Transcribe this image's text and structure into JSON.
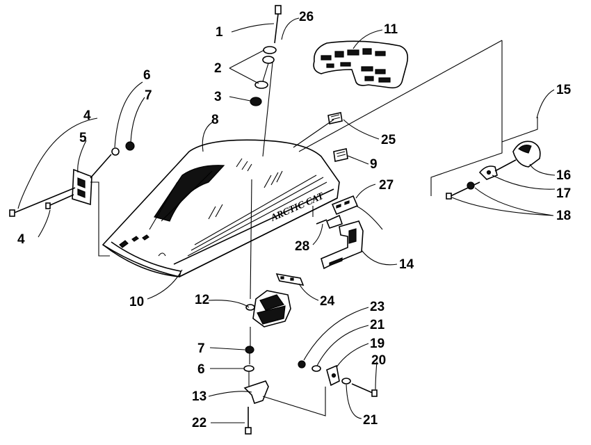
{
  "diagram": {
    "callouts": [
      {
        "id": "c1",
        "label": "1"
      },
      {
        "id": "c2",
        "label": "2"
      },
      {
        "id": "c3",
        "label": "3"
      },
      {
        "id": "c4a",
        "label": "4"
      },
      {
        "id": "c4b",
        "label": "4"
      },
      {
        "id": "c5",
        "label": "5"
      },
      {
        "id": "c6a",
        "label": "6"
      },
      {
        "id": "c6b",
        "label": "6"
      },
      {
        "id": "c7a",
        "label": "7"
      },
      {
        "id": "c7b",
        "label": "7"
      },
      {
        "id": "c8",
        "label": "8"
      },
      {
        "id": "c9",
        "label": "9"
      },
      {
        "id": "c10",
        "label": "10"
      },
      {
        "id": "c11",
        "label": "11"
      },
      {
        "id": "c12",
        "label": "12"
      },
      {
        "id": "c13",
        "label": "13"
      },
      {
        "id": "c14",
        "label": "14"
      },
      {
        "id": "c15",
        "label": "15"
      },
      {
        "id": "c16",
        "label": "16"
      },
      {
        "id": "c17",
        "label": "17"
      },
      {
        "id": "c18",
        "label": "18"
      },
      {
        "id": "c19",
        "label": "19"
      },
      {
        "id": "c20",
        "label": "20"
      },
      {
        "id": "c21a",
        "label": "21"
      },
      {
        "id": "c21b",
        "label": "21"
      },
      {
        "id": "c22",
        "label": "22"
      },
      {
        "id": "c23",
        "label": "23"
      },
      {
        "id": "c24",
        "label": "24"
      },
      {
        "id": "c25",
        "label": "25"
      },
      {
        "id": "c26",
        "label": "26"
      },
      {
        "id": "c27",
        "label": "27"
      },
      {
        "id": "c28",
        "label": "28"
      }
    ],
    "hood_brand_text": "ARCTIC CAT"
  }
}
